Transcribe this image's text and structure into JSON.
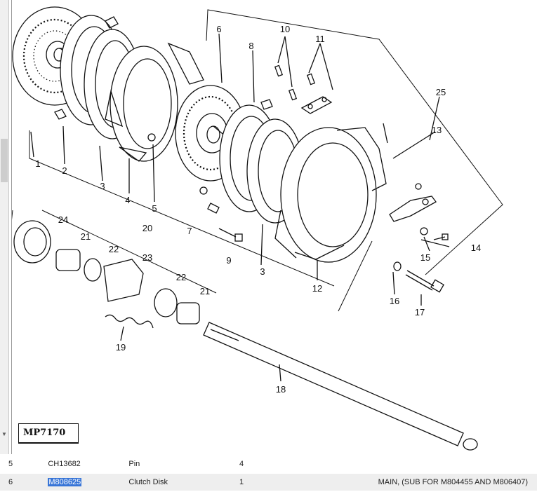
{
  "diagram": {
    "label": "MP7170",
    "callouts": [
      "1",
      "2",
      "3",
      "4",
      "5",
      "6",
      "7",
      "8",
      "9",
      "10",
      "11",
      "12",
      "13",
      "14",
      "15",
      "16",
      "17",
      "18",
      "19",
      "20",
      "21",
      "22",
      "23",
      "24",
      "25",
      "3",
      "21",
      "22"
    ]
  },
  "table": {
    "rows": [
      {
        "ref": "5",
        "part": "CH13682",
        "desc": "Pin",
        "qty": "4",
        "remarks": ""
      },
      {
        "ref": "6",
        "part": "M808625",
        "desc": "Clutch Disk",
        "qty": "1",
        "remarks": "MAIN, (SUB FOR M804455 AND M806407)"
      }
    ]
  }
}
